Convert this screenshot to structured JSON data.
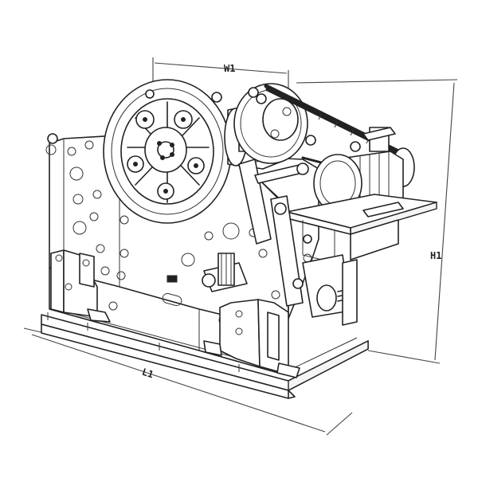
{
  "dimensions": {
    "width_label": "W1",
    "height_label": "H1",
    "length_label": "L1"
  }
}
